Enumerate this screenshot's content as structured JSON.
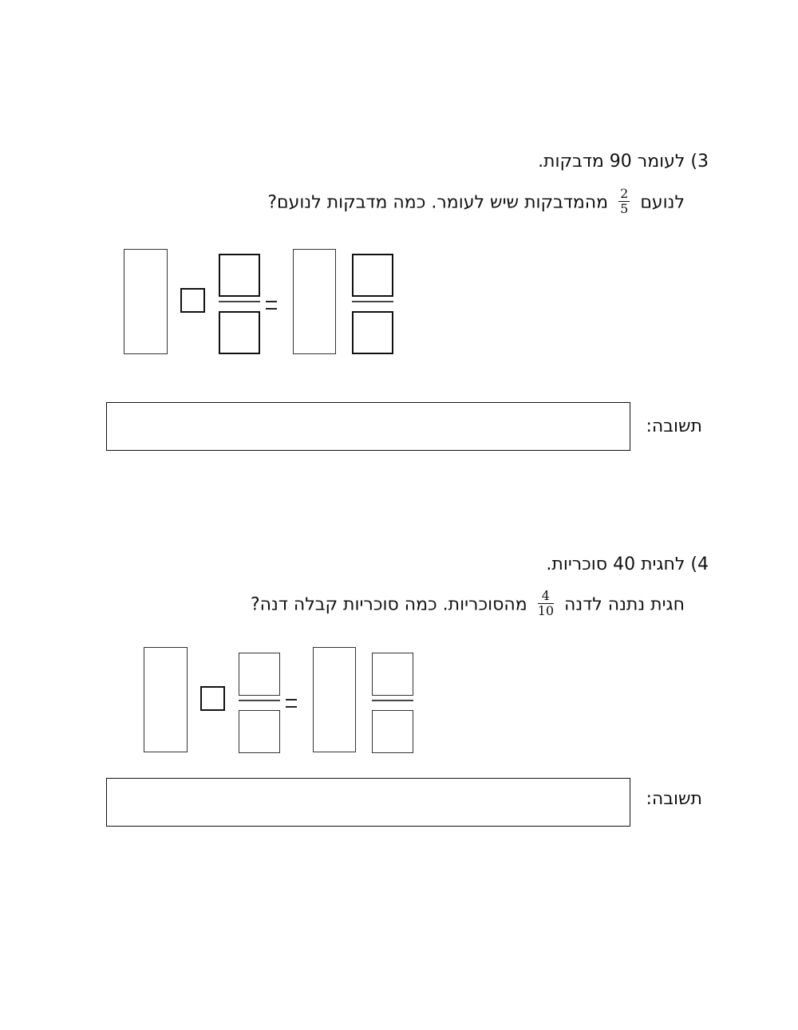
{
  "questions": [
    {
      "number": "3)",
      "line1": "לעומר 90 מדבקות.",
      "line2_before": "לנועם",
      "fraction": {
        "numerator": "2",
        "denominator": "5"
      },
      "line2_after": "מהמדבקות שיש לעומר. כמה מדבקות לנועם?",
      "answer_label": "תשובה:",
      "answer_value": ""
    },
    {
      "number": "4)",
      "line1": "לחגית 40 סוכריות.",
      "line2_before": "חגית נתנה לדנה",
      "fraction": {
        "numerator": "4",
        "denominator": "10"
      },
      "line2_after": "מהסוכריות. כמה סוכריות קבלה דנה?",
      "answer_label": "תשובה:",
      "answer_value": ""
    }
  ]
}
